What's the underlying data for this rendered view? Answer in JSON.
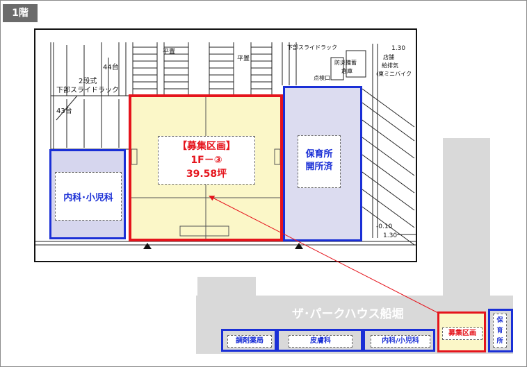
{
  "floor_label": "1階",
  "plan": {
    "parking_labels": {
      "count_44": "44台",
      "rack_line1": "2段式",
      "rack_line2": "下部スライドラック",
      "count_43": "43台",
      "flat_a": "平置",
      "flat_b": "平置",
      "rack_small": "下部スライドラック",
      "fire_line1": "防災備蓄",
      "fire_line2": "倉庫",
      "inspect": "点検口",
      "right_a": "1.30",
      "right_b": "店舗",
      "right_c": "給排気",
      "right_d": "(東ミニバイク",
      "level_a": "-0.10",
      "level_b": "1.30"
    },
    "recruit": {
      "title": "【募集区画】",
      "unit": "1F－③",
      "area": "39.58坪"
    },
    "nursery": {
      "line1": "保育所",
      "line2": "開所済"
    },
    "clinic": {
      "label": "内科･小児科"
    }
  },
  "site": {
    "building": "ザ･パークハウス船堀",
    "shops": {
      "pharmacy": "調剤薬局",
      "derma": "皮膚科",
      "internal": "内科/小児科",
      "recruit": "募集区画",
      "nursery_1": "保",
      "nursery_2": "育",
      "nursery_3": "所"
    }
  },
  "colors": {
    "recruit_red": "#e5141c",
    "tenant_blue": "#1a2fd6",
    "recruit_fill": "#fbf7c8",
    "tenant_fill": "#dcdcf0"
  }
}
